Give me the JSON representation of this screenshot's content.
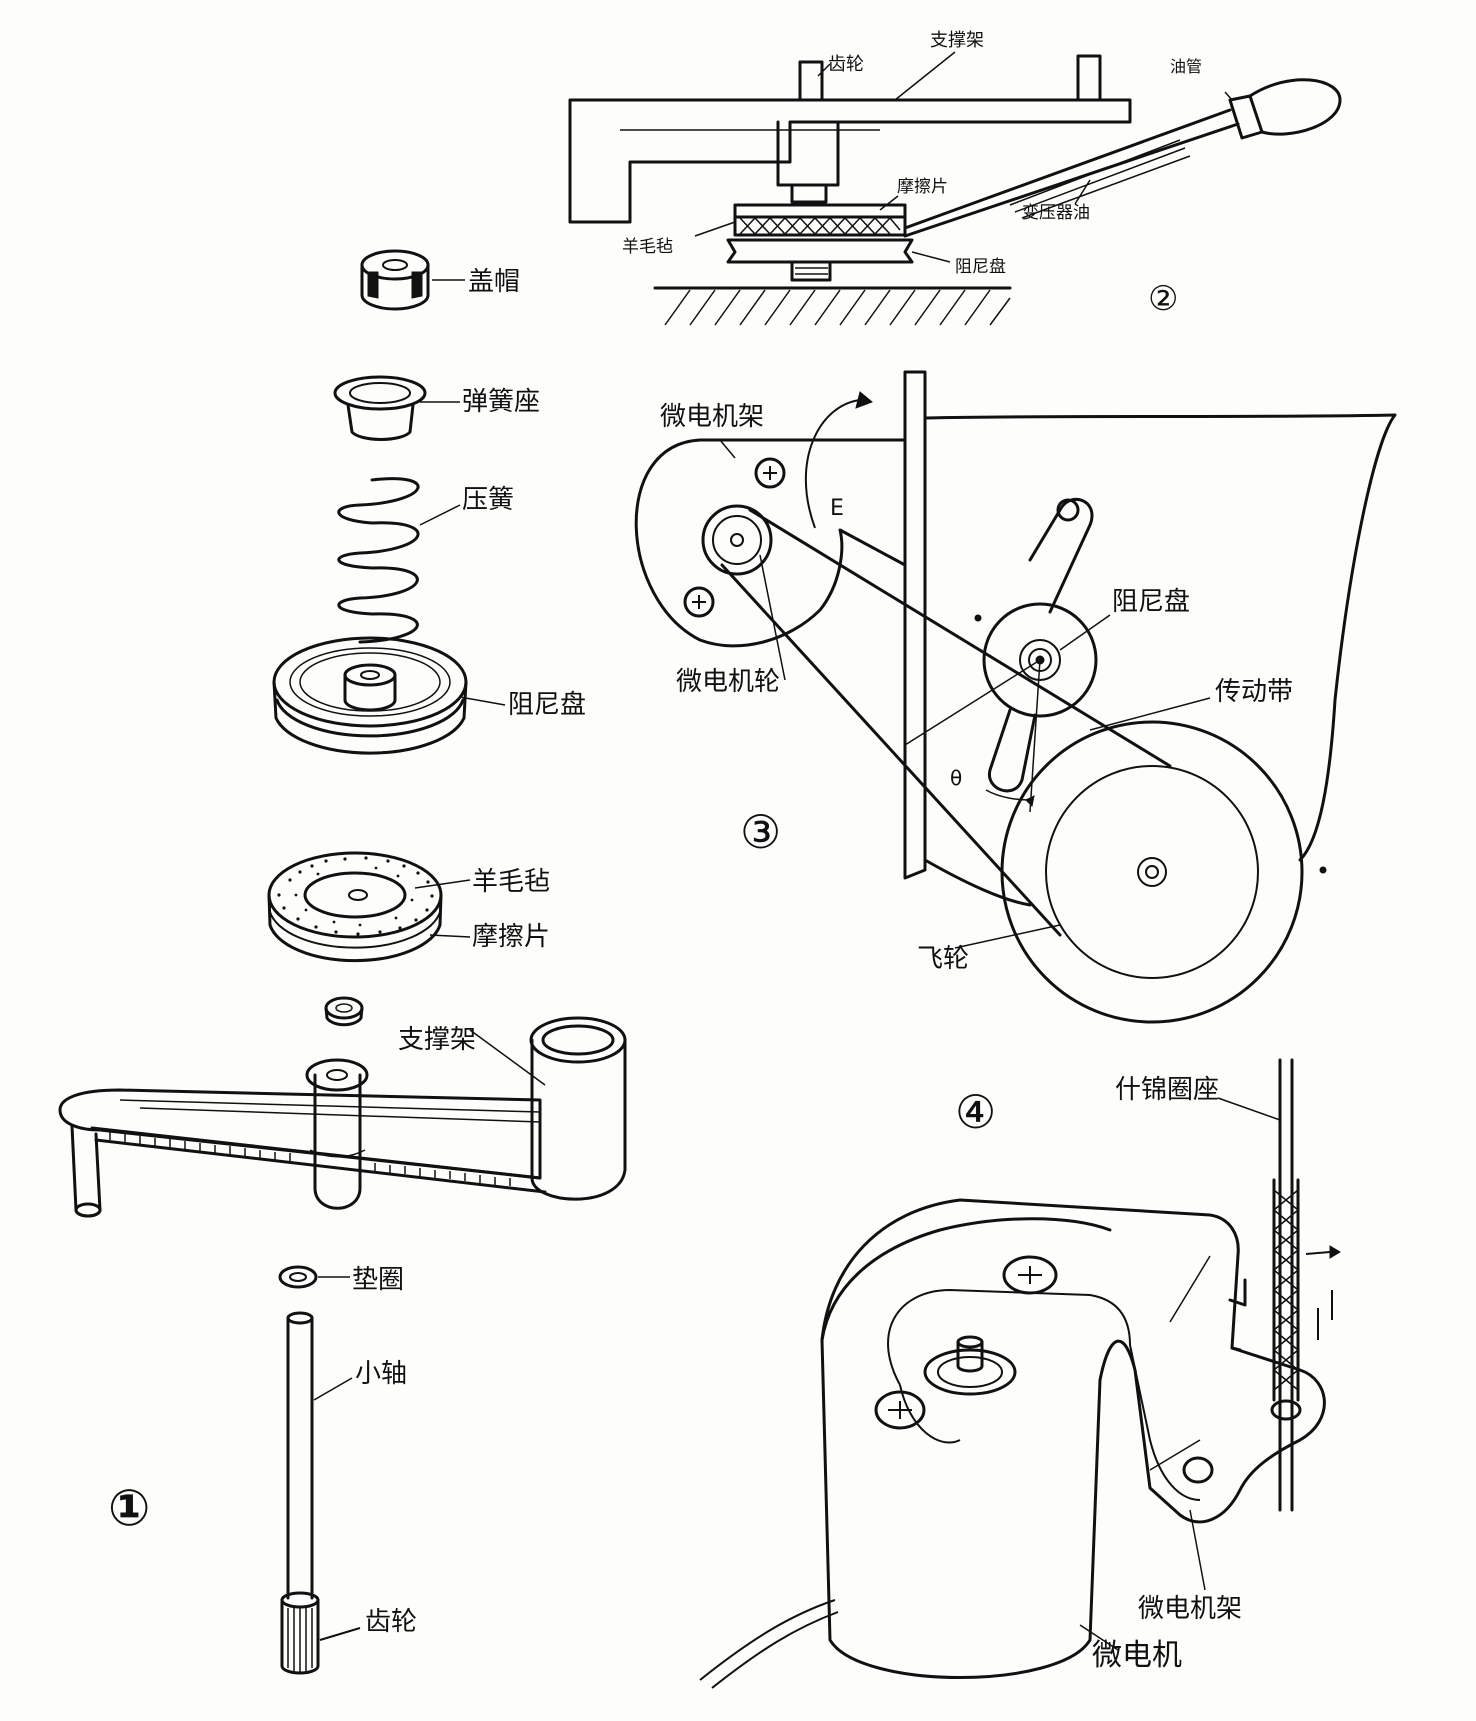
{
  "figure_numbers": {
    "fig1": "①",
    "fig2": "②",
    "fig3": "③",
    "fig4": "④"
  },
  "fig1_labels": {
    "cap": "盖帽",
    "spring_seat": "弹簧座",
    "spring": "压簧",
    "damper": "阻尼盘",
    "felt": "羊毛毡",
    "friction": "摩擦片",
    "bracket": "支撑架",
    "washer": "垫圈",
    "shaft": "小轴",
    "gear": "齿轮"
  },
  "fig2_labels": {
    "gear": "齿轮",
    "bracket": "支撑架",
    "oil_tube": "油管",
    "friction": "摩擦片",
    "transformer_oil": "变压器油",
    "felt": "羊毛毡",
    "damper": "阻尼盘"
  },
  "fig3_labels": {
    "motor_frame": "微电机架",
    "e_mark": "E",
    "damper": "阻尼盘",
    "motor_pulley": "微电机轮",
    "belt": "传动带",
    "theta": "θ",
    "flywheel": "飞轮"
  },
  "fig4_labels": {
    "tin_seat": "什锦圈座",
    "motor_frame": "微电机架",
    "motor": "微电机"
  }
}
